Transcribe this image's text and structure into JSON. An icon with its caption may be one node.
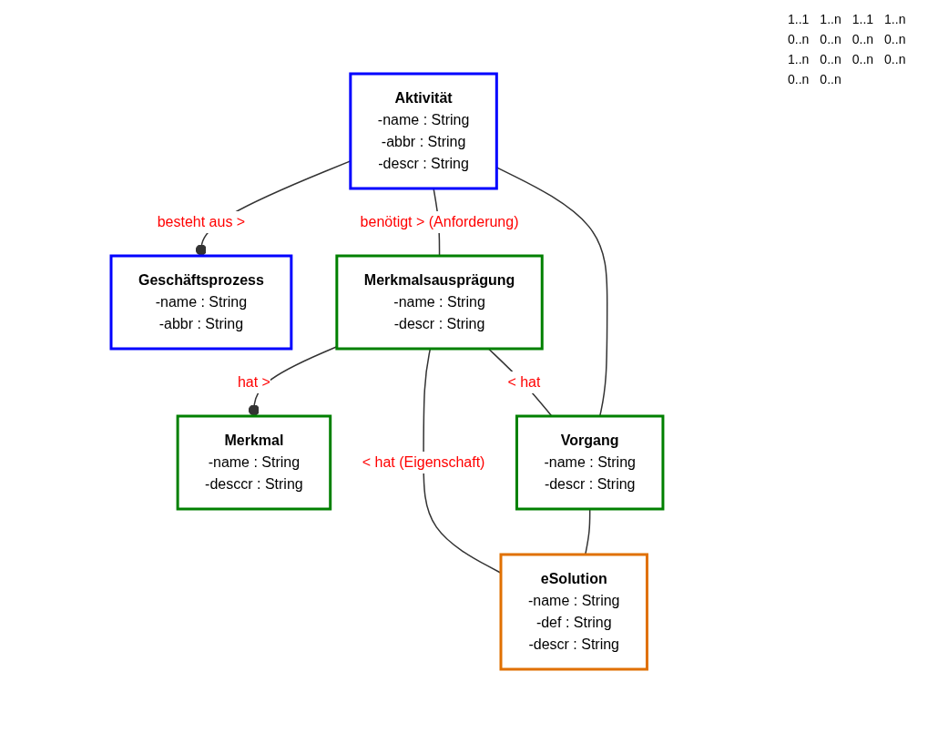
{
  "diagram": {
    "nodes": [
      {
        "text": [
          "Merkmal",
          "-name : String",
          "-desccr : String"
        ]
      },
      {
        "text": [
          "Geschäftsprozess",
          "-name : String",
          "-abbr : String"
        ]
      },
      {
        "text": [
          "Merkmalsausprägung",
          "-name : String",
          "-descr : String"
        ]
      },
      {
        "text": [
          "Aktivität",
          "-name : String",
          "-abbr : String",
          "-descr : String"
        ]
      },
      {
        "text": [
          "eSolution",
          "-name : String",
          "-def : String",
          "-descr : String"
        ]
      },
      {
        "text": [
          "Vorgang",
          "-name : String",
          "-descr : String"
        ]
      }
    ],
    "edges": [
      {
        "from": 2,
        "to": 0,
        "arrow": "other",
        "label": "hat >"
      },
      {
        "from": 3,
        "to": 1,
        "arrow": "other",
        "label": "besteht aus >"
      },
      {
        "from": 3,
        "to": 2,
        "arrow": "none",
        "label": "benötigt > (Anforderung)"
      },
      {
        "from": 2,
        "to": 5,
        "arrow": "none",
        "label": "< hat"
      },
      {
        "from": 2,
        "to": 4,
        "arrow": "none",
        "label": "< hat (Eigenschaft)"
      },
      {
        "from": 3,
        "to": 5,
        "arrow": "none"
      },
      {
        "from": 5,
        "to": 4,
        "arrow": "none"
      }
    ],
    "labels": [
      "1..1",
      "1..n",
      "1..1",
      "1..n",
      "0..n",
      "0..n",
      "0..n",
      "0..n",
      "1..n",
      "0..n",
      "0..n",
      "0..n",
      "0..n",
      "0..n"
    ]
  }
}
